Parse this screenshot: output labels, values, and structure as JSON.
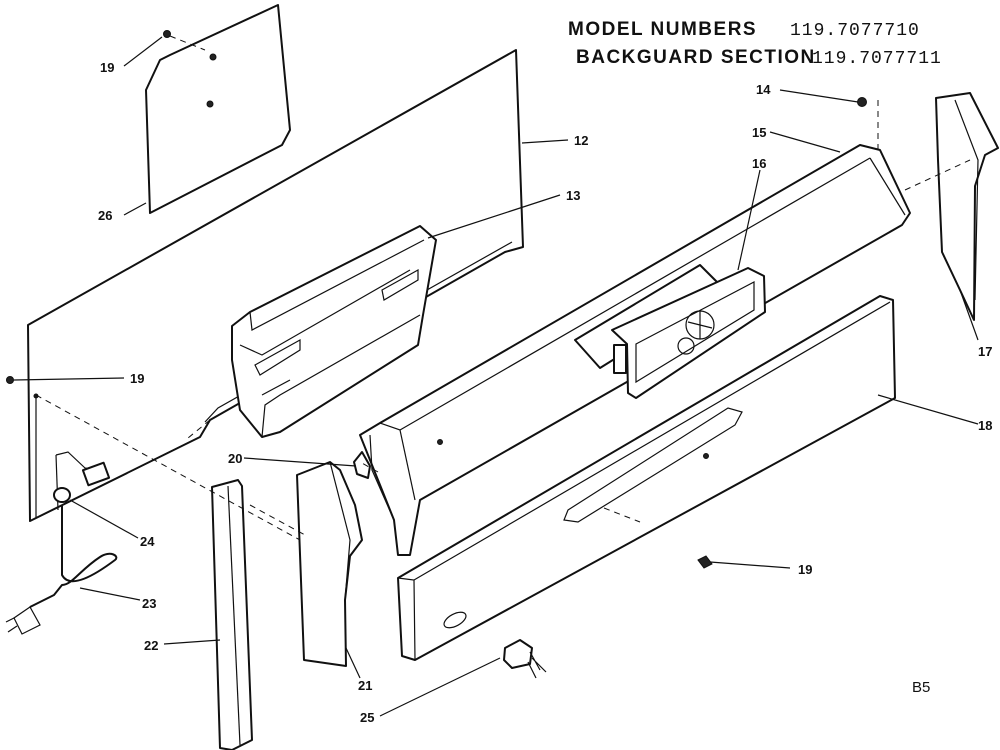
{
  "header": {
    "model_label": "MODEL NUMBERS",
    "model_1": "119.7077710",
    "section_label": "BACKGUARD SECTION",
    "model_2": "119.7077711"
  },
  "page_code": "B5",
  "callouts": {
    "c12": "12",
    "c13": "13",
    "c14": "14",
    "c15": "15",
    "c16": "16",
    "c17": "17",
    "c18": "18",
    "c19a": "19",
    "c19b": "19",
    "c19c": "19",
    "c20": "20",
    "c21": "21",
    "c22": "22",
    "c23": "23",
    "c24": "24",
    "c25": "25",
    "c26": "26"
  }
}
